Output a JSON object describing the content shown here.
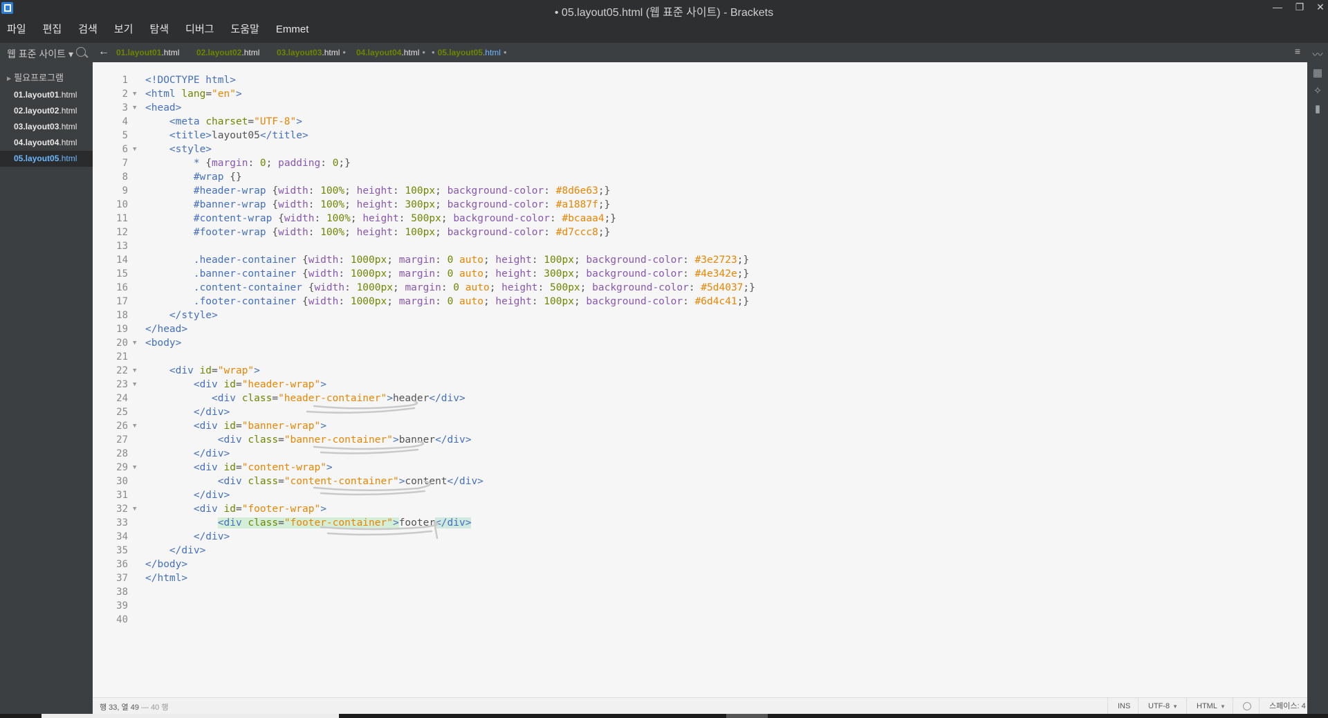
{
  "window": {
    "title": "• 05.layout05.html (웹 표준 사이트) - Brackets",
    "minimize_glyph": "—",
    "maximize_glyph": "❐",
    "close_glyph": "✕"
  },
  "menu": [
    "파일",
    "편집",
    "검색",
    "보기",
    "탐색",
    "디버그",
    "도움말",
    "Emmet"
  ],
  "sidebar": {
    "project_title": "웹 표준 사이트 ▾",
    "folder": "필요프로그램",
    "files": [
      {
        "num": "01.layout01",
        "ext": ".html",
        "active": false
      },
      {
        "num": "02.layout02",
        "ext": ".html",
        "active": false
      },
      {
        "num": "03.layout03",
        "ext": ".html",
        "active": false
      },
      {
        "num": "04.layout04",
        "ext": ".html",
        "active": false
      },
      {
        "num": "05.layout05",
        "ext": ".html",
        "active": true
      }
    ]
  },
  "tabs": [
    {
      "num": "01.layout01",
      "ext": ".html",
      "dirty": false,
      "active": false
    },
    {
      "num": "02.layout02",
      "ext": ".html",
      "dirty": false,
      "active": false
    },
    {
      "num": "03.layout03",
      "ext": ".html",
      "dirty": true,
      "active": false
    },
    {
      "num": "04.layout04",
      "ext": ".html",
      "dirty": true,
      "active": false
    },
    {
      "num": "05.layout05",
      "ext": ".html",
      "dirty": true,
      "active": true
    }
  ],
  "tab_back_glyph": "←",
  "tab_menu_glyph": "≡",
  "code": {
    "line_numbers": [
      "1",
      "2",
      "3",
      "4",
      "5",
      "6",
      "7",
      "8",
      "9",
      "10",
      "11",
      "12",
      "13",
      "14",
      "15",
      "16",
      "17",
      "18",
      "19",
      "20",
      "21",
      "22",
      "23",
      "24",
      "25",
      "26",
      "27",
      "28",
      "29",
      "30",
      "31",
      "32",
      "33",
      "34",
      "35",
      "36",
      "37",
      "38",
      "39",
      "40"
    ],
    "fold_lines": [
      2,
      3,
      6,
      20,
      22,
      23,
      26,
      29,
      32
    ],
    "fold_glyph": "▼"
  },
  "status": {
    "cursor_position": "행 33, 열 49",
    "line_count": " — 40 행",
    "mode": "INS",
    "encoding": "UTF-8",
    "language": "HTML",
    "indent": "스페이스: 4"
  },
  "colors": {
    "accent_blue": "#6bb8ff",
    "tag": "#446fbd",
    "attribute": "#6d8600",
    "string": "#e88501",
    "property": "#8757ad",
    "line_highlight": "#d4eed8"
  }
}
